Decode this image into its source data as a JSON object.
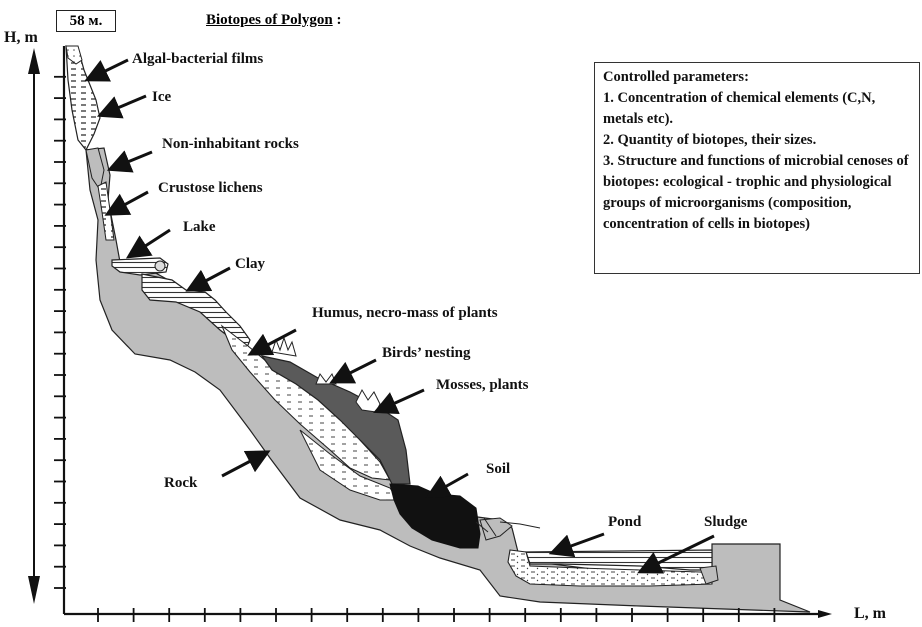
{
  "header": {
    "height_mark": "58 м.",
    "title": "Biotopes of Polygon",
    "title_suffix": " :"
  },
  "axes": {
    "y_label": "H, m",
    "x_label": "L, m"
  },
  "labels": {
    "algal": "Algal-bacterial films",
    "ice": "Ice",
    "non_inhabitant": "Non-inhabitant rocks",
    "crustose": "Crustose lichens",
    "lake": "Lake",
    "clay": "Clay",
    "humus": "Humus, necro-mass of plants",
    "birds": "Birds’ nesting",
    "mosses": "Mosses, plants",
    "soil": "Soil",
    "rock": "Rock",
    "pond": "Pond",
    "sludge": "Sludge"
  },
  "parameters": {
    "heading": "Controlled parameters:",
    "items": [
      "1. Concentration of chemical elements (C,N, metals etc).",
      "2. Quantity of biotopes, their sizes.",
      "3. Structure and functions of microbial cenoses of biotopes:  ecological - trophic and physiological  groups of microorganisms (composition, concentration of cells in biotopes)"
    ]
  },
  "colors": {
    "rock": "#bdbdbd",
    "humus": "#5a5a5a",
    "soil": "#111111",
    "outline": "#222222"
  }
}
